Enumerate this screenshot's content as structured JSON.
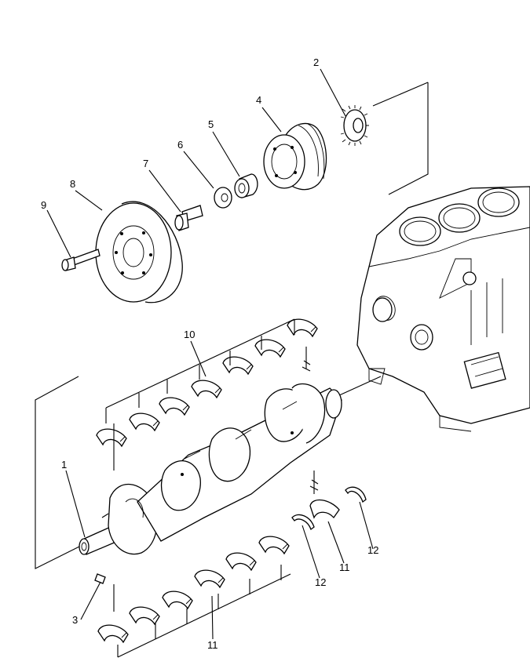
{
  "callouts": {
    "c1": "1",
    "c2": "2",
    "c3": "3",
    "c4": "4",
    "c5": "5",
    "c6": "6",
    "c7": "7",
    "c8": "8",
    "c9": "9",
    "c10": "10",
    "c11_bottom": "11",
    "c11_right": "11",
    "c12_left": "12",
    "c12_right": "12"
  }
}
